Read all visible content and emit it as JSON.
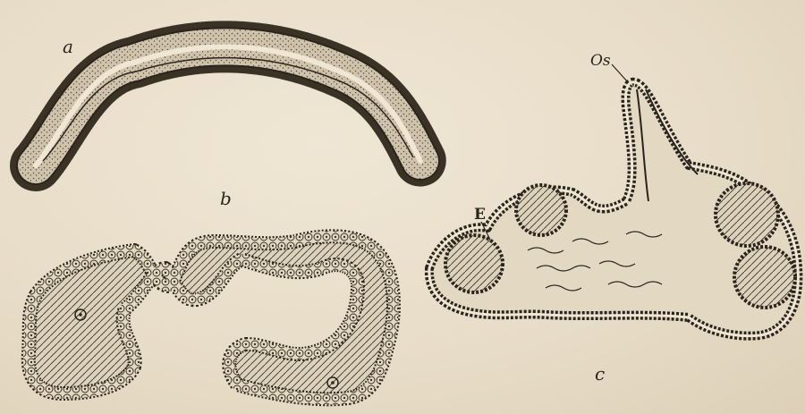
{
  "figure": {
    "labels": {
      "a": "a",
      "b": "b",
      "c": "c",
      "E": "E",
      "Os": "Os"
    },
    "colors": {
      "paper": "#e9dfcc",
      "ink": "#2a241c",
      "cell_fill": "#d9cdb5"
    }
  }
}
